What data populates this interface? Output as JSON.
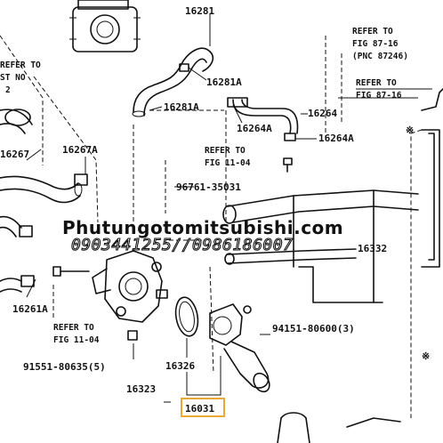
{
  "parts": {
    "p16281": "16281",
    "p16281A_top": "16281A",
    "p16281A_mid": "16281A",
    "p16264": "16264",
    "p16264A_left": "16264A",
    "p16264A_right": "16264A",
    "p16267": "16267",
    "p16267A": "16267A",
    "p96761": "96761-35031",
    "p16332": "16332",
    "p16261A": "16261A",
    "p94151": "94151-80600(3)",
    "p16326": "16326",
    "p91551": "91551-80635(5)",
    "p16323": "16323",
    "p16031": "16031"
  },
  "refs": {
    "top_left": [
      "REFER TO",
      "ST NO",
      "2"
    ],
    "fig_11_04_mid": [
      "REFER TO",
      "FIG 11-04"
    ],
    "fig_11_04_bottom": [
      "REFER TO",
      "FIG 11-04"
    ],
    "fig_87_16_a": [
      "REFER TO",
      "FIG 87-16",
      "(PNC 87246)"
    ],
    "fig_87_16_b": [
      "REFER TO",
      "FIG 87-16"
    ]
  },
  "symbols": {
    "asterisk_right": "※",
    "asterisk_bottom": "※"
  },
  "watermark": {
    "site": "Phutungotomitsubishi.com",
    "phones": "0903441255//0986186007"
  },
  "colors": {
    "line": "#111111",
    "highlight": "#e8a93a",
    "background": "#ffffff"
  }
}
